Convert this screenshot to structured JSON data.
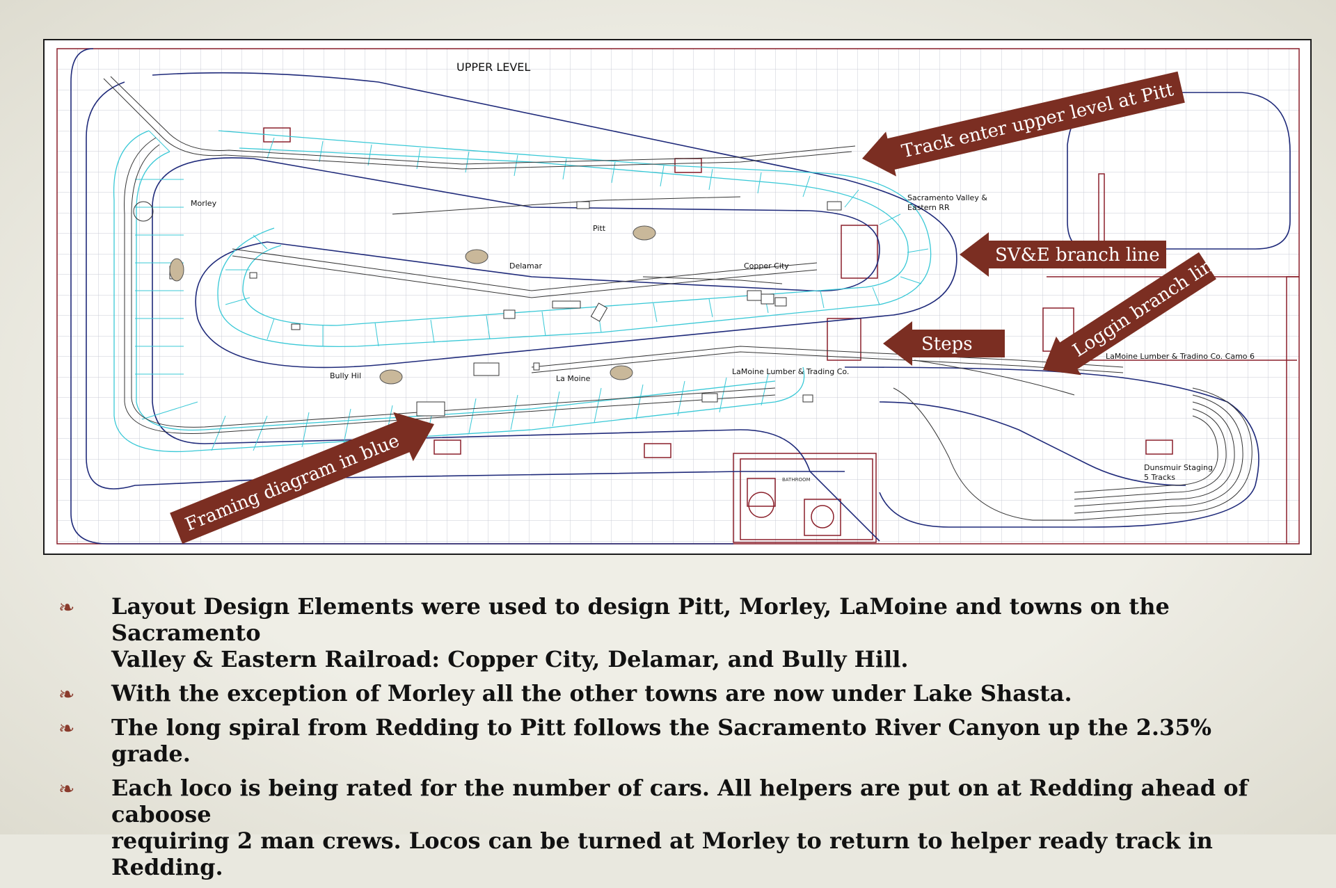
{
  "diagram": {
    "level_label": "UPPER LEVEL",
    "towns": {
      "morley": "Morley",
      "pitt": "Pitt",
      "delamar": "Delamar",
      "copper_city": "Copper City",
      "bully_hill": "Bully Hil",
      "la_moine": "La Moine",
      "lamoine_lumber": "LaMoine Lumber & Trading Co.",
      "lamoine_camp": "LaMoine Lumber & Tradino Co. Camo 6",
      "sve_rr_line1": "Sacramento Valley &",
      "sve_rr_line2": "Eastern RR",
      "dunsmuir_line1": "Dunsmuir Staging",
      "dunsmuir_line2": "5 Tracks",
      "bathroom": "BATHROOM"
    },
    "callouts": {
      "track_enter": "Track enter upper level at Pitt",
      "sve_branch": "SV&E branch line",
      "logging_branch": "Loggin branch line",
      "steps": "Steps",
      "framing": "Framing diagram in blue"
    },
    "colors": {
      "callout_fill": "#7b2e22",
      "track": "#1f2a7a",
      "framing": "#38c8d6",
      "grid": "#c9cbd6",
      "wall": "#8a1f2a"
    }
  },
  "bullets": [
    {
      "line1": "Layout Design Elements were used to design Pitt, Morley, LaMoine and towns on the Sacramento",
      "line2": "Valley & Eastern Railroad:  Copper City, Delamar, and Bully Hill."
    },
    {
      "line1": "With the exception of Morley all the other towns are now under Lake Shasta.",
      "line2": ""
    },
    {
      "line1": "The long spiral from Redding to Pitt follows the Sacramento River Canyon up the 2.35% grade.",
      "line2": ""
    },
    {
      "line1": "Each loco is being rated for the number of cars.  All helpers are put on at Redding ahead of caboose",
      "line2": "requiring 2 man crews.  Locos can be turned at Morley to return to helper ready track in Redding."
    }
  ],
  "bullet_icon": "fleuron-bullet-icon"
}
